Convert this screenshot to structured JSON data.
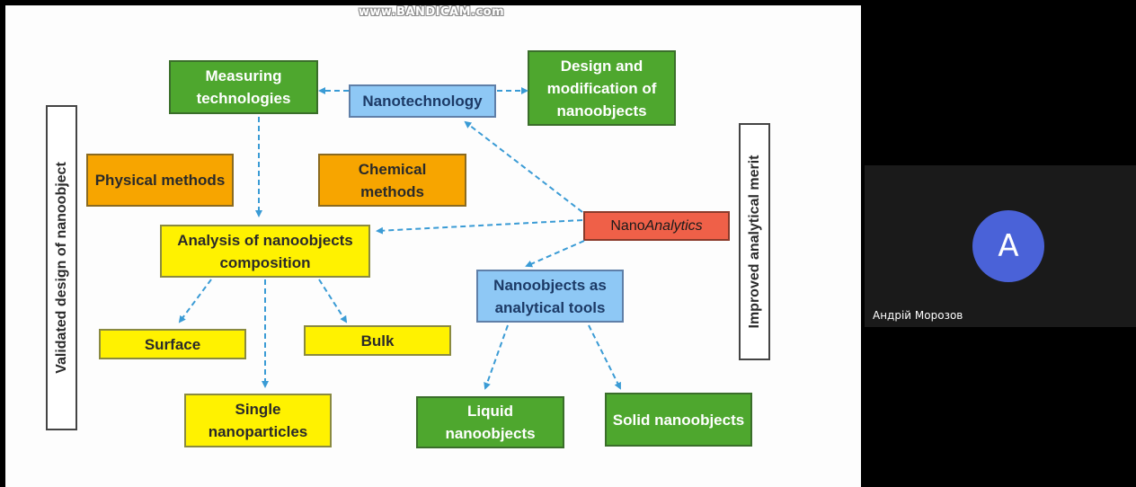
{
  "recorder_watermark": "www.BANDICAM.com",
  "slide": {
    "measuring": "Measuring technologies",
    "nanotechnology": "Nanotechnology",
    "design": "Design and modification of nanoobjects",
    "physical": "Physical methods",
    "chemical": "Chemical methods",
    "nanoanalytics_prefix": "Nano",
    "nanoanalytics_italic": "Analytics",
    "analysis": "Analysis of nanoobjects composition",
    "surface": "Surface",
    "bulk": "Bulk",
    "single": "Single nanoparticles",
    "tools": "Nanoobjects as analytical tools",
    "liquid": "Liquid nanoobjects",
    "solid": "Solid nanoobjects",
    "left_label": "Validated design of nanoobject",
    "right_label": "Improved analytical merit"
  },
  "participant": {
    "avatar_letter": "A",
    "name": "Андрій Морозов"
  },
  "colors": {
    "arrow": "#3a9bd5",
    "green": "#4ea72e",
    "orange": "#f7a500",
    "yellow": "#fff200",
    "blue": "#8ec8f5",
    "red": "#ef6048",
    "avatar": "#4a62d8"
  },
  "icons": {
    "arrows": "dashed-arrow-icon"
  }
}
